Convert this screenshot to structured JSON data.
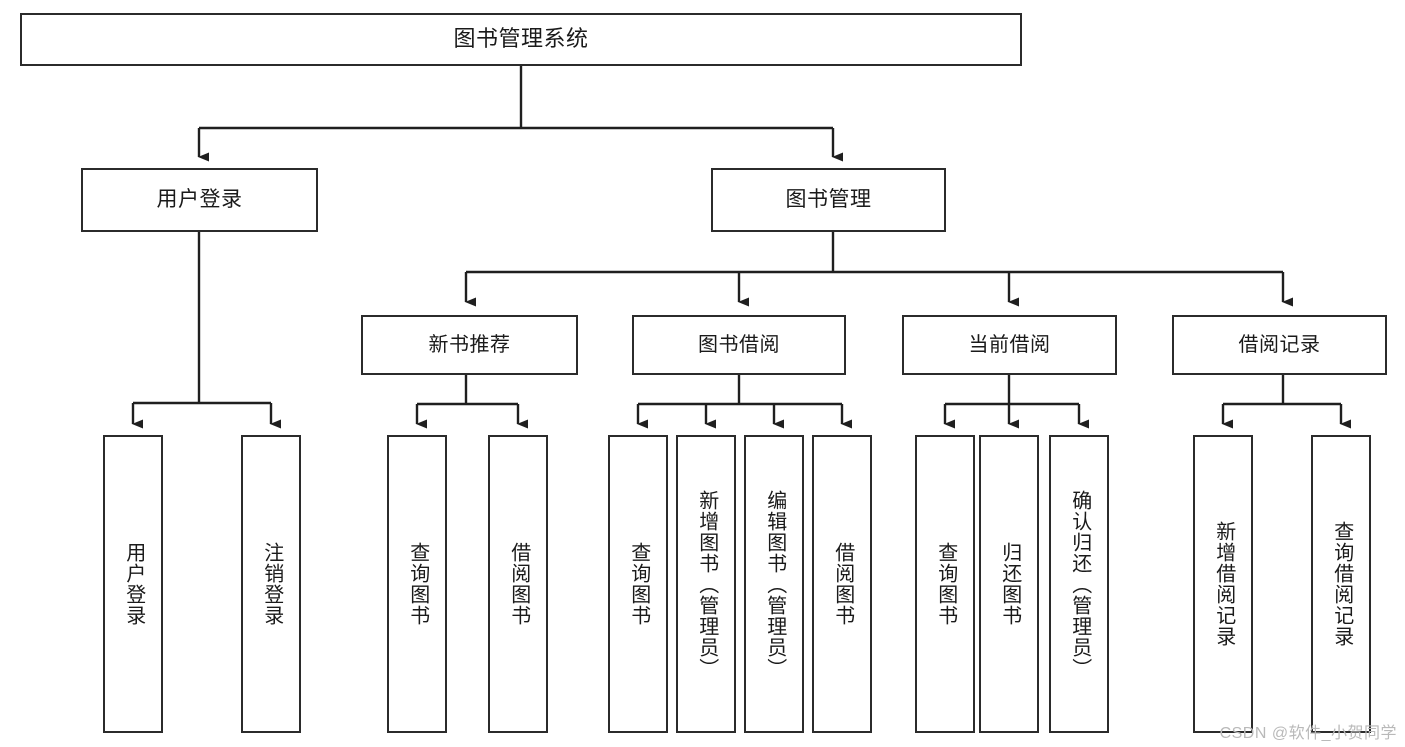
{
  "diagram": {
    "title": "图书管理系统",
    "type": "tree-hierarchy",
    "watermark": "CSDN @软件_小贺同学",
    "colors": {
      "box_border": "#2b2b2b",
      "box_fill": "#ffffff",
      "connector": "#1f1f1f",
      "text": "#1a1a1a",
      "watermark": "#b9b9b9",
      "background": "#ffffff"
    },
    "root": {
      "label": "图书管理系统"
    },
    "level2": [
      {
        "label": "用户登录"
      },
      {
        "label": "图书管理"
      }
    ],
    "level3": [
      {
        "label": "新书推荐"
      },
      {
        "label": "图书借阅"
      },
      {
        "label": "当前借阅"
      },
      {
        "label": "借阅记录"
      }
    ],
    "leaves": {
      "user_login": [
        {
          "label": "用户登录"
        },
        {
          "label": "注销登录"
        }
      ],
      "new_book_recommend": [
        {
          "label": "查询图书"
        },
        {
          "label": "借阅图书"
        }
      ],
      "book_borrow": [
        {
          "label": "查询图书"
        },
        {
          "label": "新增图书（管理员）"
        },
        {
          "label": "编辑图书（管理员）"
        },
        {
          "label": "借阅图书"
        }
      ],
      "current_borrow": [
        {
          "label": "查询图书"
        },
        {
          "label": "归还图书"
        },
        {
          "label": "确认归还（管理员）"
        }
      ],
      "borrow_records": [
        {
          "label": "新增借阅记录"
        },
        {
          "label": "查询借阅记录"
        }
      ]
    }
  }
}
